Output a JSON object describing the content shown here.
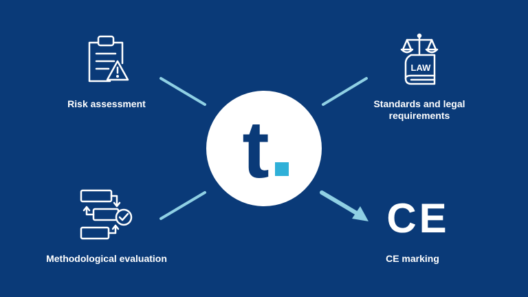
{
  "center_logo": {
    "letter": "t",
    "circle_color": "#ffffff",
    "letter_color": "#0a3a78",
    "dot_color": "#2fb0d8"
  },
  "background_color": "#0a3a78",
  "connector_color": "#8fd0e4",
  "items": {
    "risk": {
      "label": "Risk assessment",
      "icon": "clipboard-warning-icon"
    },
    "standards": {
      "label": "Standards and legal requirements",
      "icon": "law-book-scales-icon",
      "badge_text": "LAW"
    },
    "method": {
      "label": "Methodological evaluation",
      "icon": "flowchart-check-icon"
    },
    "ce": {
      "label": "CE marking",
      "icon": "ce-mark-icon",
      "mark_text": "CE"
    }
  }
}
